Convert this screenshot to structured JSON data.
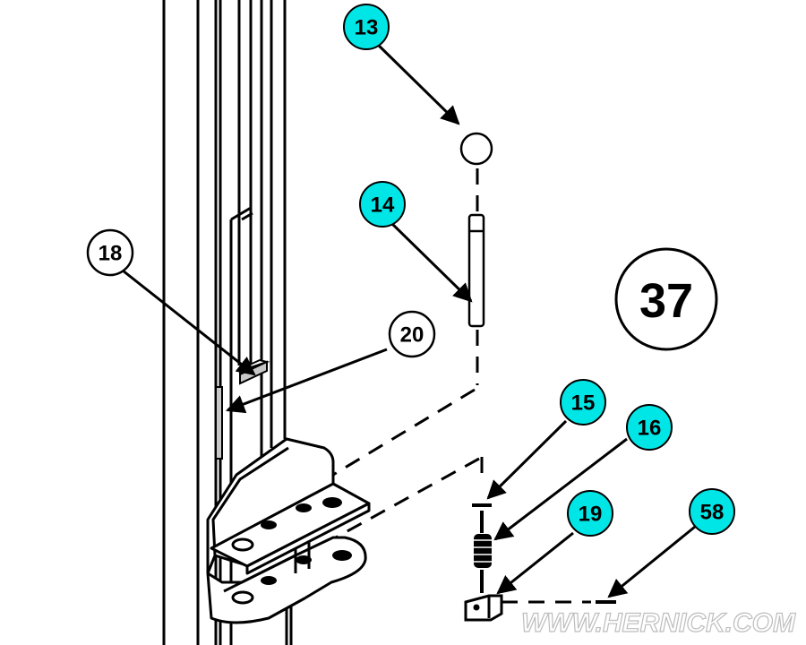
{
  "diagram": {
    "figure_number": "37",
    "watermark": "WWW.HERNICK.COM",
    "colors": {
      "callout_highlight": "#00e6e6",
      "callout_plain": "#ffffff",
      "part_fill": "#c8c8c8",
      "line": "#000000"
    },
    "callouts": [
      {
        "id": "13",
        "highlighted": true
      },
      {
        "id": "14",
        "highlighted": true
      },
      {
        "id": "15",
        "highlighted": true
      },
      {
        "id": "16",
        "highlighted": true
      },
      {
        "id": "19",
        "highlighted": true
      },
      {
        "id": "58",
        "highlighted": true
      },
      {
        "id": "18",
        "highlighted": false
      },
      {
        "id": "20",
        "highlighted": false
      }
    ]
  }
}
